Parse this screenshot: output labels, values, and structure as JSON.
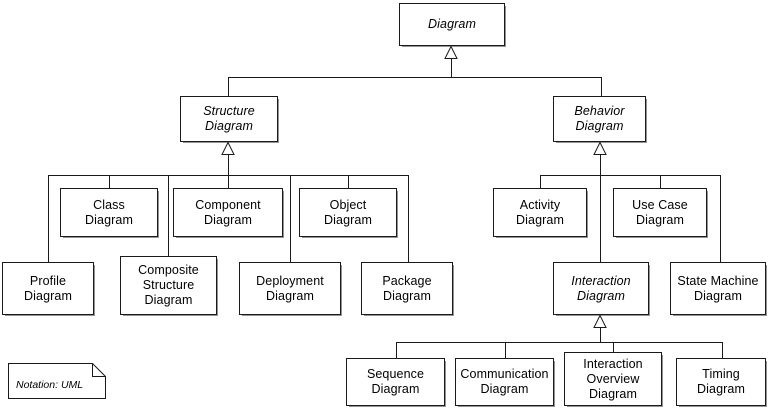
{
  "diagram": {
    "title": "Diagram",
    "notation_note": "Notation: UML",
    "nodes": {
      "root": "Diagram",
      "structure": "Structure\nDiagram",
      "behavior": "Behavior\nDiagram",
      "class": "Class\nDiagram",
      "component": "Component\nDiagram",
      "object": "Object\nDiagram",
      "profile": "Profile\nDiagram",
      "composite_structure": "Composite\nStructure\nDiagram",
      "deployment": "Deployment\nDiagram",
      "package": "Package\nDiagram",
      "activity": "Activity\nDiagram",
      "use_case": "Use Case\nDiagram",
      "interaction": "Interaction\nDiagram",
      "state_machine": "State Machine\nDiagram",
      "sequence": "Sequence\nDiagram",
      "communication": "Communication\nDiagram",
      "interaction_overview": "Interaction\nOverview\nDiagram",
      "timing": "Timing\nDiagram"
    },
    "abstract_nodes": [
      "root",
      "structure",
      "behavior",
      "interaction"
    ],
    "relationships": [
      {
        "from": "structure",
        "to": "root",
        "type": "generalization"
      },
      {
        "from": "behavior",
        "to": "root",
        "type": "generalization"
      },
      {
        "from": "class",
        "to": "structure",
        "type": "generalization"
      },
      {
        "from": "component",
        "to": "structure",
        "type": "generalization"
      },
      {
        "from": "object",
        "to": "structure",
        "type": "generalization"
      },
      {
        "from": "profile",
        "to": "structure",
        "type": "generalization"
      },
      {
        "from": "composite_structure",
        "to": "structure",
        "type": "generalization"
      },
      {
        "from": "deployment",
        "to": "structure",
        "type": "generalization"
      },
      {
        "from": "package",
        "to": "structure",
        "type": "generalization"
      },
      {
        "from": "activity",
        "to": "behavior",
        "type": "generalization"
      },
      {
        "from": "use_case",
        "to": "behavior",
        "type": "generalization"
      },
      {
        "from": "interaction",
        "to": "behavior",
        "type": "generalization"
      },
      {
        "from": "state_machine",
        "to": "behavior",
        "type": "generalization"
      },
      {
        "from": "sequence",
        "to": "interaction",
        "type": "generalization"
      },
      {
        "from": "communication",
        "to": "interaction",
        "type": "generalization"
      },
      {
        "from": "interaction_overview",
        "to": "interaction",
        "type": "generalization"
      },
      {
        "from": "timing",
        "to": "interaction",
        "type": "generalization"
      }
    ],
    "colors": {
      "background": "#ffffff",
      "box_fill": "#ffffff",
      "stroke": "#1a1a1a",
      "text": "#000000",
      "shadow": "#3c3c3c"
    }
  }
}
